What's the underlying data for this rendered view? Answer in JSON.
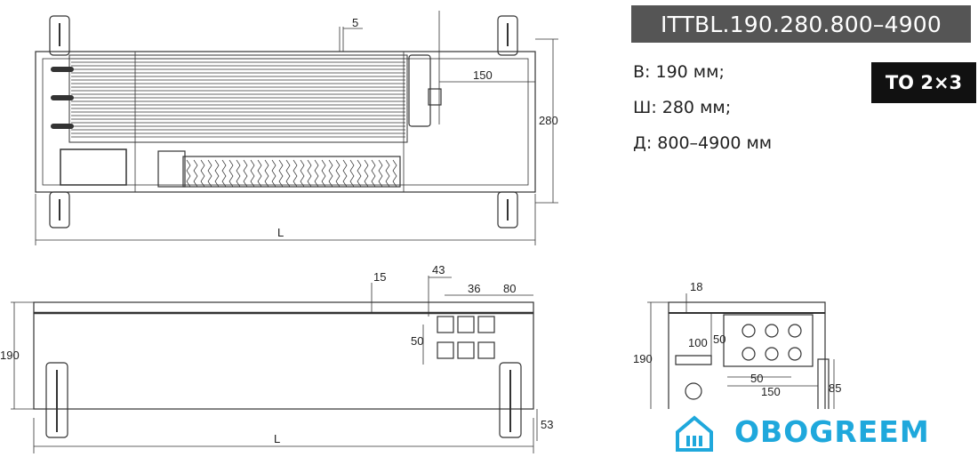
{
  "model": "ITTBL.190.280.800–4900",
  "specs": {
    "height": "B: 190 мм;",
    "width": "Ш: 280 мм;",
    "length": "Д: 800–4900 мм"
  },
  "badge": "TO 2×3",
  "logo": {
    "text": "OBOGREEM",
    "icon": "house-heating-icon",
    "color": "#1fa8dc"
  },
  "top_view": {
    "dims": {
      "gap": "5",
      "offset": "150",
      "width": "280",
      "length": "L"
    }
  },
  "front_view": {
    "dims": {
      "top": "15",
      "edge": "43",
      "spacing": "36",
      "side": "80",
      "pitch": "50",
      "height": "190",
      "leg": "53",
      "length": "L"
    }
  },
  "side_view": {
    "dims": {
      "top": "18",
      "inner": "100",
      "pitch_v": "50",
      "height": "190",
      "pitch_h": "50",
      "span": "150",
      "leg": "85"
    }
  }
}
